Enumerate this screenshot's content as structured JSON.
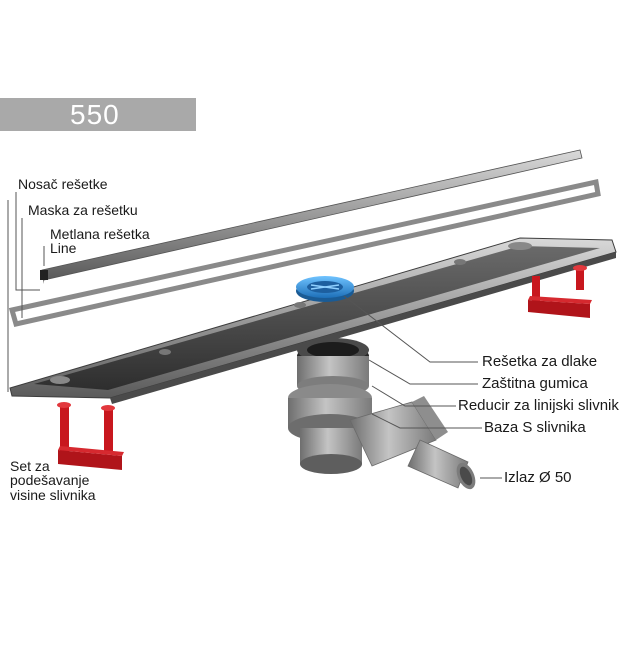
{
  "banner": {
    "text": "550"
  },
  "labels": {
    "nosac": "Nosač rešetke",
    "maska": "Maska za rešetku",
    "metlana_1": "Metlana rešetka",
    "metlana_2": "Line",
    "set_1": "Set za",
    "set_2": "podešavanje",
    "set_3": "visine slivnika",
    "resetka_dlake": "Rešetka za dlake",
    "gumica": "Zaštitna gumica",
    "reducir": "Reducir za linijski slivnik",
    "baza": "Baza S slivnika",
    "izlaz": "Izlaz Ø 50"
  },
  "colors": {
    "banner": "#a9a9a9",
    "steel": "#8c8c8c",
    "red_feet": "#c8171e",
    "blue_grate": "#2d8fd8"
  }
}
